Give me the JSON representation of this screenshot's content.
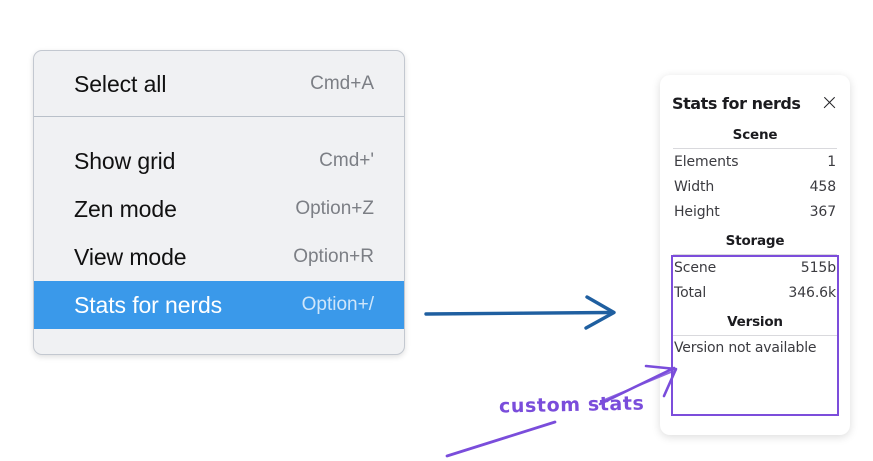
{
  "context_menu": {
    "groups": [
      {
        "items": [
          {
            "label": "Select all",
            "shortcut": "Cmd+A",
            "selected": false
          }
        ]
      },
      {
        "items": [
          {
            "label": "Show grid",
            "shortcut": "Cmd+'",
            "selected": false
          },
          {
            "label": "Zen mode",
            "shortcut": "Option+Z",
            "selected": false
          },
          {
            "label": "View mode",
            "shortcut": "Option+R",
            "selected": false
          },
          {
            "label": "Stats for nerds",
            "shortcut": "Option+/",
            "selected": true
          }
        ]
      }
    ],
    "highlight_color": "#3a99ea"
  },
  "stats_panel": {
    "title": "Stats for nerds",
    "close_icon": "close-icon",
    "sections": [
      {
        "name": "Scene",
        "rows": [
          {
            "key": "Elements",
            "value": "1"
          },
          {
            "key": "Width",
            "value": "458"
          },
          {
            "key": "Height",
            "value": "367"
          }
        ]
      },
      {
        "name": "Storage",
        "rows": [
          {
            "key": "Scene",
            "value": "515b"
          },
          {
            "key": "Total",
            "value": "346.6k"
          }
        ]
      },
      {
        "name": "Version",
        "note": "Version not available"
      }
    ],
    "highlight_border_color": "#7c4ddb"
  },
  "annotations": {
    "text": "custom stats",
    "text_color": "#7a4ddb",
    "blue_arrow_color": "#1f5fa0"
  }
}
